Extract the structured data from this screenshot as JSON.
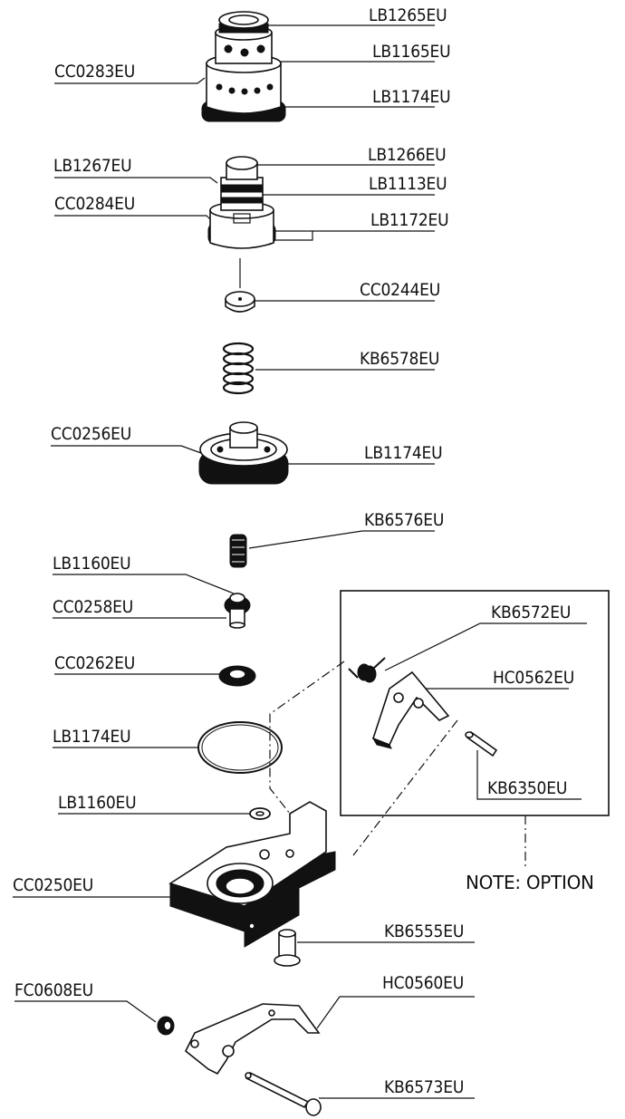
{
  "labels": {
    "lb1265_top": "LB1265EU",
    "lb1165": "LB1165EU",
    "cc0283": "CC0283EU",
    "lb1174_top": "LB1174EU",
    "lb1266": "LB1266EU",
    "lb1267": "LB1267EU",
    "lb1113": "LB1113EU",
    "cc0284": "CC0284EU",
    "lb1172": "LB1172EU",
    "cc0244": "CC0244EU",
    "kb6578": "KB6578EU",
    "cc0256": "CC0256EU",
    "lb1174_mid": "LB1174EU",
    "kb6576": "KB6576EU",
    "lb1160_top": "LB1160EU",
    "cc0258": "CC0258EU",
    "kb6572": "KB6572EU",
    "cc0262": "CC0262EU",
    "hc0562": "HC0562EU",
    "lb1174_bottom": "LB1174EU",
    "lb1160_bottom": "LB1160EU",
    "kb6350": "KB6350EU",
    "cc0250": "CC0250EU",
    "kb6555": "KB6555EU",
    "hc0560": "HC0560EU",
    "fc0608": "FC0608EU",
    "kb6573": "KB6573EU"
  },
  "note": "NOTE: OPTION"
}
